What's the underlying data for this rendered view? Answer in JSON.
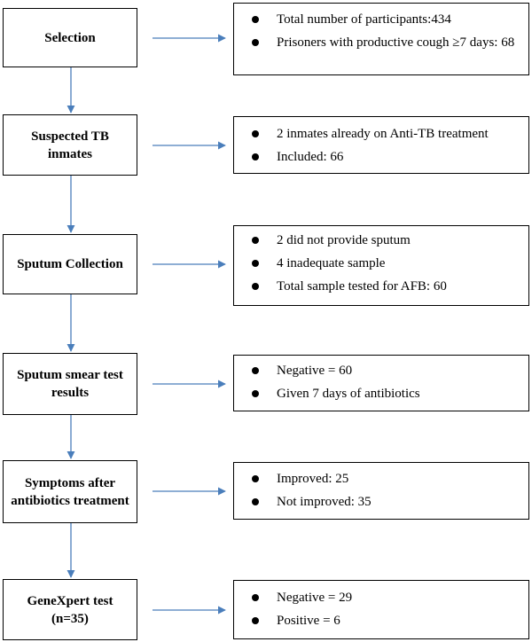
{
  "steps": [
    {
      "title": "Selection",
      "items": [
        "Total number of participants:434",
        "Prisoners with productive cough ≥7 days: 68"
      ]
    },
    {
      "title": "Suspected TB inmates",
      "items": [
        "2 inmates already on Anti-TB treatment",
        "Included: 66"
      ]
    },
    {
      "title": "Sputum Collection",
      "items": [
        "2 did not provide sputum",
        "4 inadequate sample",
        "Total sample tested for AFB: 60"
      ]
    },
    {
      "title": "Sputum smear test results",
      "items": [
        "Negative = 60",
        "Given 7 days of antibiotics"
      ]
    },
    {
      "title": "Symptoms after antibiotics treatment",
      "items": [
        "Improved: 25",
        "Not improved: 35"
      ]
    },
    {
      "title": "GeneXpert test (n=35)",
      "items": [
        "Negative = 29",
        "Positive = 6"
      ]
    }
  ],
  "colors": {
    "arrow": "#4a7ebb",
    "border": "#000000"
  }
}
